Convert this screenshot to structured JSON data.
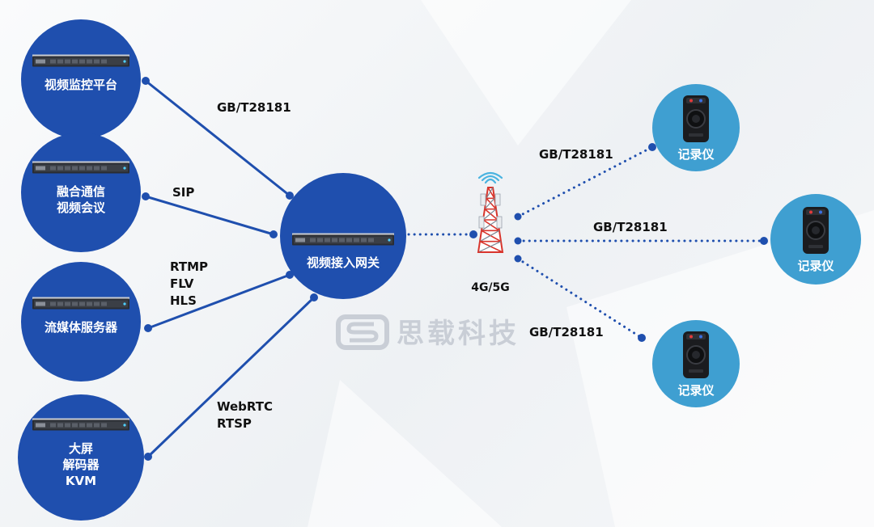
{
  "colors": {
    "node_fill": "#1f4fae",
    "recorder_fill": "#3f9fd1",
    "link": "#1f4fae",
    "tower_red": "#d8352c"
  },
  "sources": [
    {
      "id": "video-platform",
      "label_lines": [
        "视频监控平台"
      ],
      "icon": "rack-server-icon"
    },
    {
      "id": "conference",
      "label_lines": [
        "融合通信",
        "视频会议"
      ],
      "icon": "rack-server-icon"
    },
    {
      "id": "streaming",
      "label_lines": [
        "流媒体服务器"
      ],
      "icon": "rack-server-icon"
    },
    {
      "id": "decoder",
      "label_lines": [
        "大屏",
        "解码器",
        "KVM"
      ],
      "icon": "rack-server-icon"
    }
  ],
  "gateway": {
    "label": "视频接入网关",
    "icon": "rack-server-icon"
  },
  "source_protocols": [
    {
      "lines": [
        "GB/T28181"
      ]
    },
    {
      "lines": [
        "SIP"
      ]
    },
    {
      "lines": [
        "RTMP",
        "FLV",
        "HLS"
      ]
    },
    {
      "lines": [
        "WebRTC",
        "RTSP"
      ]
    }
  ],
  "tower": {
    "label": "4G/5G",
    "icon": "cell-tower-icon"
  },
  "recorders": [
    {
      "label": "记录仪",
      "protocol": "GB/T28181",
      "icon": "body-camera-icon"
    },
    {
      "label": "记录仪",
      "protocol": "GB/T28181",
      "icon": "body-camera-icon"
    },
    {
      "label": "记录仪",
      "protocol": "GB/T28181",
      "icon": "body-camera-icon"
    }
  ],
  "watermark": {
    "text": "思载科技",
    "icon": "s-logo-icon"
  }
}
